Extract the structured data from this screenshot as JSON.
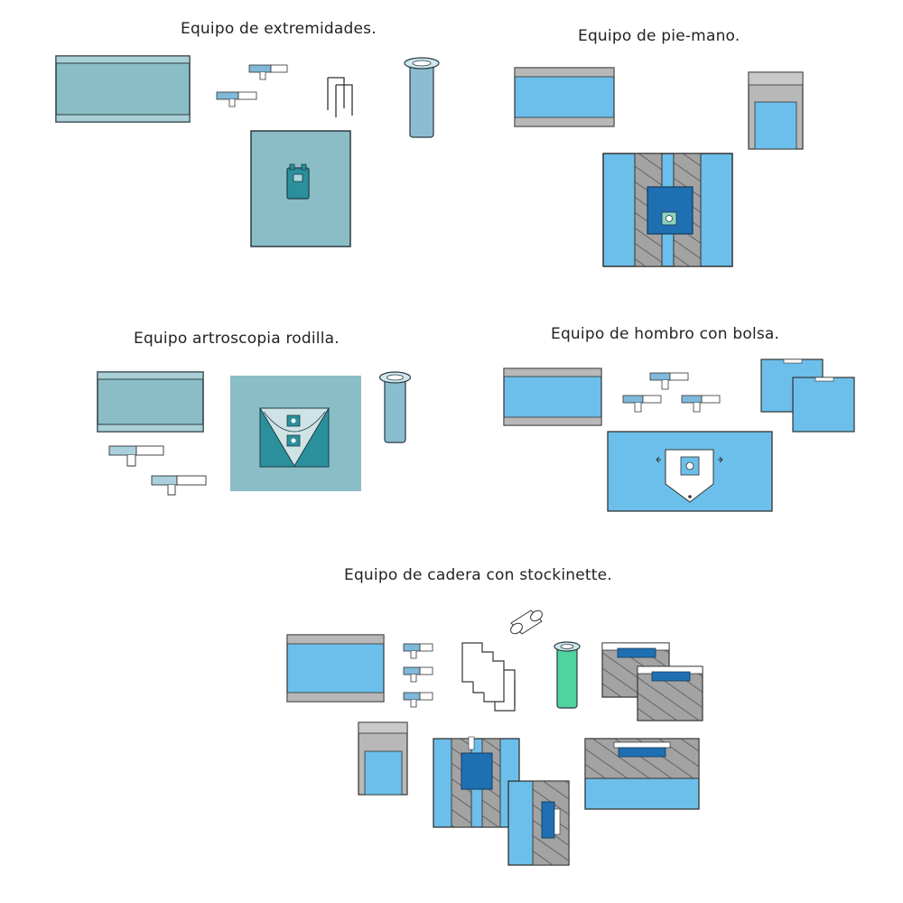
{
  "kits": {
    "extremidades": {
      "title": "Equipo de extremidades."
    },
    "pie_mano": {
      "title": "Equipo de pie-mano."
    },
    "rodilla": {
      "title": "Equipo artroscopia rodilla."
    },
    "hombro": {
      "title": "Equipo de hombro con bolsa."
    },
    "cadera": {
      "title": "Equipo de cadera con stockinette."
    }
  },
  "colors": {
    "teal_drape": "#8bbdc6",
    "blue_drape": "#6cbfea",
    "dark_blue": "#1f6fb3",
    "teal_dark": "#2b8f9c",
    "grey_band": "#b8b8b8",
    "hatch_grey": "#9a9a9a",
    "green_tube": "#4fd3a0"
  }
}
